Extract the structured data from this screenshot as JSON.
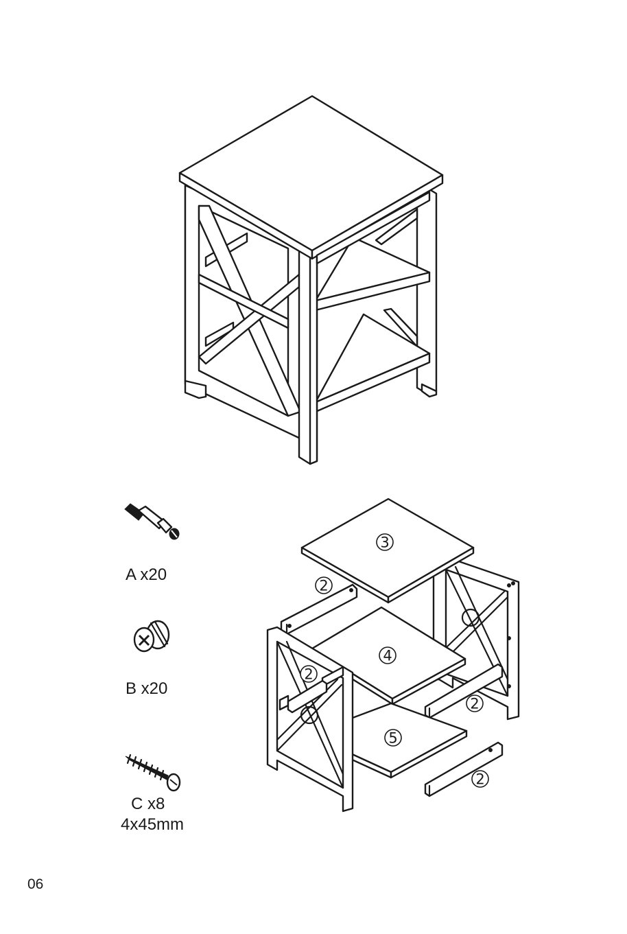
{
  "hardware": [
    {
      "id": "A",
      "icon": "cam-dowel-icon",
      "label": "A x20"
    },
    {
      "id": "B",
      "icon": "cam-lock-icon",
      "label": "B x20"
    },
    {
      "id": "C",
      "icon": "screw-icon",
      "label": "C x8",
      "size": "4x45mm"
    }
  ],
  "callouts": {
    "top_panel": "3",
    "middle_shelf": "4",
    "bottom_shelf": "5",
    "rail_back_top": "2",
    "rail_side_left": "2",
    "rail_right_mid": "2",
    "rail_front_bottom": "2"
  },
  "page_number": "06"
}
